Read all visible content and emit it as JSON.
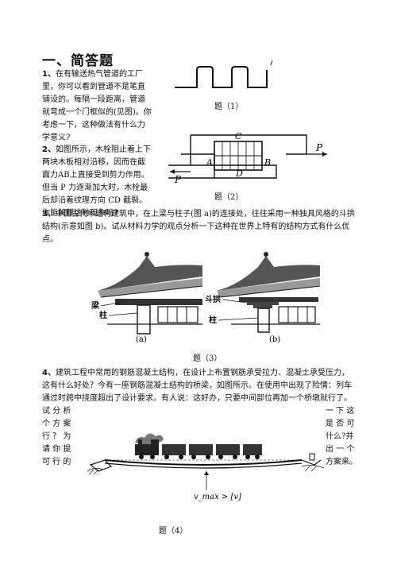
{
  "section_title": "一、简答题",
  "q1": {
    "num": "1、",
    "lines": [
      "在有输送热气管道的工厂",
      "里，你可以看到管道不是笔直",
      "铺设的。每隔一段距离，管道",
      "就弯成一个门框似的(见图)。你",
      "考虑一下，这种做法有什么力",
      "学意义?"
    ],
    "caption": "题（1）"
  },
  "q2": {
    "num": "2、",
    "lines": [
      "如图所示，木栓阻止着上下",
      "两块木板相对沿移，因而在截",
      "面力AB上直接受到剪力作用。",
      "但当 P 力逐渐加大时，木栓最",
      "后却沿着纹理方向 CD 截裂。",
      "你能解释这种现象吗?"
    ],
    "caption": "题（2）",
    "labels": {
      "c": "C",
      "a": "A",
      "b": "B",
      "d": "D",
      "p_right": "P",
      "p_left": "P"
    }
  },
  "q3": {
    "num": "3、",
    "lines": [
      "中国古代木结构建筑中，在上梁与柱子(图 a)的连接处，往往采用一种独具风格的斗拱",
      "结构(示意如图 b)。试从材料力学的观点分析一下这种在世界上特有的结构方式有什么优",
      "点。"
    ],
    "labels": {
      "beam": "梁",
      "column_a": "柱",
      "bracket": "斗拱",
      "column_b": "柱",
      "fig_a": "(a)",
      "fig_b": "(b)"
    },
    "caption": "题（3）"
  },
  "q4": {
    "num": "4、",
    "lines": [
      "建筑工程中常用的钢筋混凝土结构，在设计上布置钢筋承受拉力、混凝土承受压力，",
      "这有什么好处？今有一座钢筋混凝土结构的桥梁，如图所示。在使用中出现了险情：列车",
      "通过时跨中挠度超出了设计要求。有人说：这好办，只要中间部位再加一个桥墩就行了。"
    ],
    "left_lines": [
      "试 分 析",
      "个 方 案",
      "行 ？ 为",
      "请 你 提",
      "可 行 的"
    ],
    "right_lines": [
      "一 下 这",
      "是 否 可",
      "什么?并",
      "出 一 个",
      "方案来。"
    ],
    "formula": "v_max > [v]",
    "caption": "题（4）"
  }
}
